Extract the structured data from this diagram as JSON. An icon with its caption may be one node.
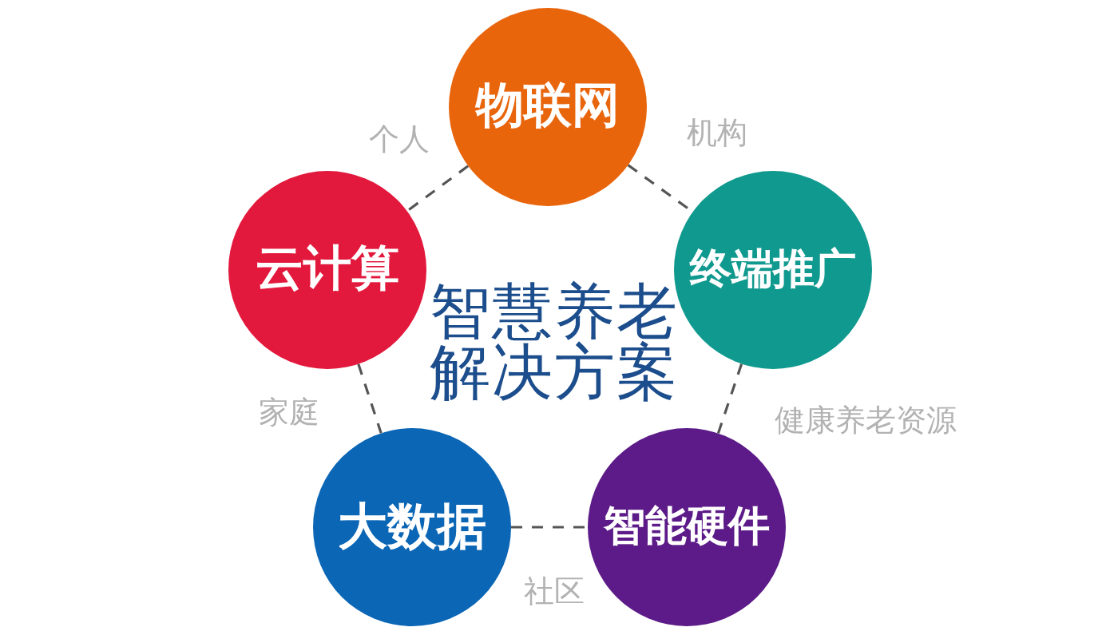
{
  "diagram": {
    "title": "智慧养老解决方案",
    "nodes": [
      {
        "text": [
          "物联网"
        ]
      },
      {
        "text": [
          "云计算"
        ]
      },
      {
        "text": [
          "终端推广"
        ]
      },
      {
        "text": [
          "大数据"
        ]
      },
      {
        "text": [
          "智能硬件"
        ]
      }
    ],
    "edges": [
      {
        "from": 0,
        "to": 1,
        "arrow": "none",
        "label": "个人",
        "style": "dashed"
      },
      {
        "from": 0,
        "to": 2,
        "arrow": "none",
        "label": "机构",
        "style": "dashed"
      },
      {
        "from": 1,
        "to": 3,
        "arrow": "none",
        "label": "家庭",
        "style": "dashed"
      },
      {
        "from": 2,
        "to": 4,
        "arrow": "none",
        "label": "健康养老资源",
        "style": "dashed"
      },
      {
        "from": 3,
        "to": 4,
        "arrow": "none",
        "label": "社区",
        "style": "dashed"
      }
    ]
  }
}
